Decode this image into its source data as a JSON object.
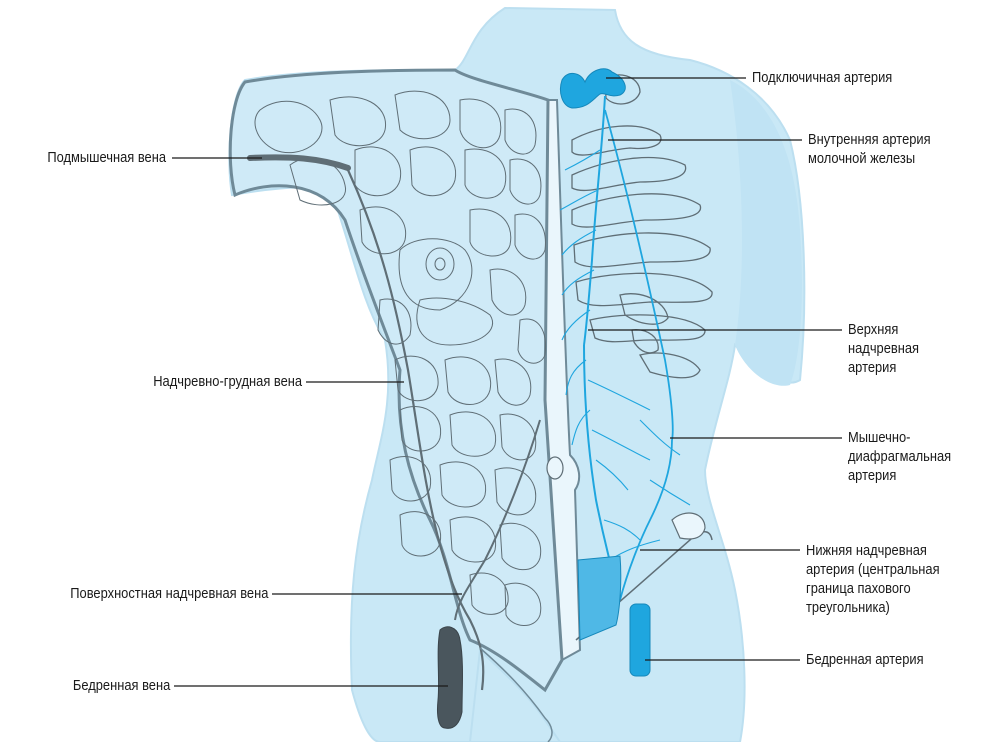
{
  "colors": {
    "skin": "#c9e8f6",
    "outline": "#7f9aa8",
    "vein": "#5f6e76",
    "artery": "#1fa6df",
    "leader": "#1a1a1a"
  },
  "labels_left": {
    "axillary_vein": "Подмышечная вена",
    "thoracoepigastric_vein": "Надчревно-грудная вена",
    "superficial_epigastric_vein": "Поверхностная надчревная вена",
    "femoral_vein": "Бедренная вена"
  },
  "labels_right": {
    "subclavian_artery": "Подключичная артерия",
    "internal_thoracic_artery": [
      "Внутренняя артерия",
      "молочной железы"
    ],
    "superior_epigastric_artery": [
      "Верхняя",
      "надчревная",
      "артерия"
    ],
    "musculophrenic_artery": [
      "Мышечно-",
      "диафрагмальная",
      "артерия"
    ],
    "inferior_epigastric_artery": [
      "Нижняя надчревная",
      "артерия (центральная",
      "граница пахового",
      "треугольника)"
    ],
    "femoral_artery": "Бедренная артерия"
  }
}
